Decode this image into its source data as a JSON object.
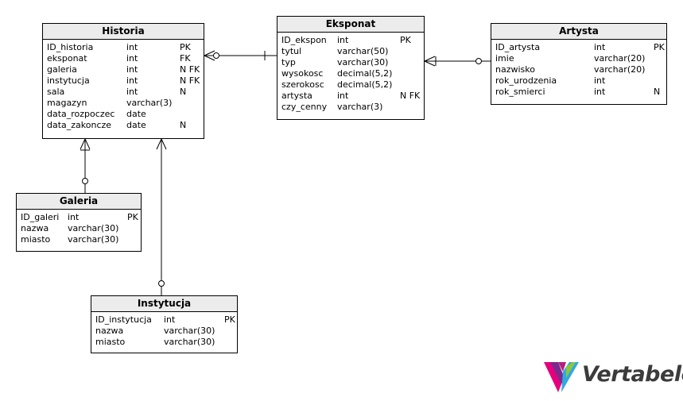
{
  "entities": [
    {
      "id": "historia",
      "title": "Historia",
      "columns": [
        {
          "name": "ID_historia",
          "type": "int",
          "flags": "PK"
        },
        {
          "name": "eksponat",
          "type": "int",
          "flags": "FK"
        },
        {
          "name": "galeria",
          "type": "int",
          "flags": "N FK"
        },
        {
          "name": "instytucja",
          "type": "int",
          "flags": "N FK"
        },
        {
          "name": "sala",
          "type": "int",
          "flags": "N"
        },
        {
          "name": "magazyn",
          "type": "varchar(3)",
          "flags": ""
        },
        {
          "name": "data_rozpoczec",
          "type": "date",
          "flags": ""
        },
        {
          "name": "data_zakoncze",
          "type": "date",
          "flags": "N"
        }
      ]
    },
    {
      "id": "eksponat",
      "title": "Eksponat",
      "columns": [
        {
          "name": "ID_ekspon",
          "type": "int",
          "flags": "PK"
        },
        {
          "name": "tytul",
          "type": "varchar(50)",
          "flags": ""
        },
        {
          "name": "typ",
          "type": "varchar(30)",
          "flags": ""
        },
        {
          "name": "wysokosc",
          "type": "decimal(5,2)",
          "flags": ""
        },
        {
          "name": "szerokosc",
          "type": "decimal(5,2)",
          "flags": ""
        },
        {
          "name": "artysta",
          "type": "int",
          "flags": "N FK"
        },
        {
          "name": "czy_cenny",
          "type": "varchar(3)",
          "flags": ""
        }
      ]
    },
    {
      "id": "artysta",
      "title": "Artysta",
      "columns": [
        {
          "name": "ID_artysta",
          "type": "int",
          "flags": "PK"
        },
        {
          "name": "imie",
          "type": "varchar(20)",
          "flags": ""
        },
        {
          "name": "nazwisko",
          "type": "varchar(20)",
          "flags": ""
        },
        {
          "name": "rok_urodzenia",
          "type": "int",
          "flags": ""
        },
        {
          "name": "rok_smierci",
          "type": "int",
          "flags": "N"
        }
      ]
    },
    {
      "id": "galeria",
      "title": "Galeria",
      "columns": [
        {
          "name": "ID_galeri",
          "type": "int",
          "flags": "PK"
        },
        {
          "name": "nazwa",
          "type": "varchar(30)",
          "flags": ""
        },
        {
          "name": "miasto",
          "type": "varchar(30)",
          "flags": ""
        }
      ]
    },
    {
      "id": "instytucja",
      "title": "Instytucja",
      "columns": [
        {
          "name": "ID_instytucja",
          "type": "int",
          "flags": "PK"
        },
        {
          "name": "nazwa",
          "type": "varchar(30)",
          "flags": ""
        },
        {
          "name": "miasto",
          "type": "varchar(30)",
          "flags": ""
        }
      ]
    }
  ],
  "relationships": [
    {
      "id": "historia-eksponat",
      "from": "eksponat",
      "to": "historia",
      "from_cardinality": "one",
      "to_cardinality": "zero-or-many"
    },
    {
      "id": "eksponat-artysta",
      "from": "artysta",
      "to": "eksponat",
      "from_cardinality": "zero-or-one",
      "to_cardinality": "one-or-many"
    },
    {
      "id": "historia-galeria",
      "from": "galeria",
      "to": "historia",
      "from_cardinality": "zero-or-one",
      "to_cardinality": "one-or-many"
    },
    {
      "id": "historia-instytucja",
      "from": "instytucja",
      "to": "historia",
      "from_cardinality": "zero-or-one",
      "to_cardinality": "one-or-many"
    }
  ],
  "logo": {
    "text": "Vertabelo",
    "icon": "vertabelo-logo-icon",
    "colors": [
      "#e6007e",
      "#7b2a8c",
      "#2fa9e0",
      "#8dc63f"
    ]
  }
}
